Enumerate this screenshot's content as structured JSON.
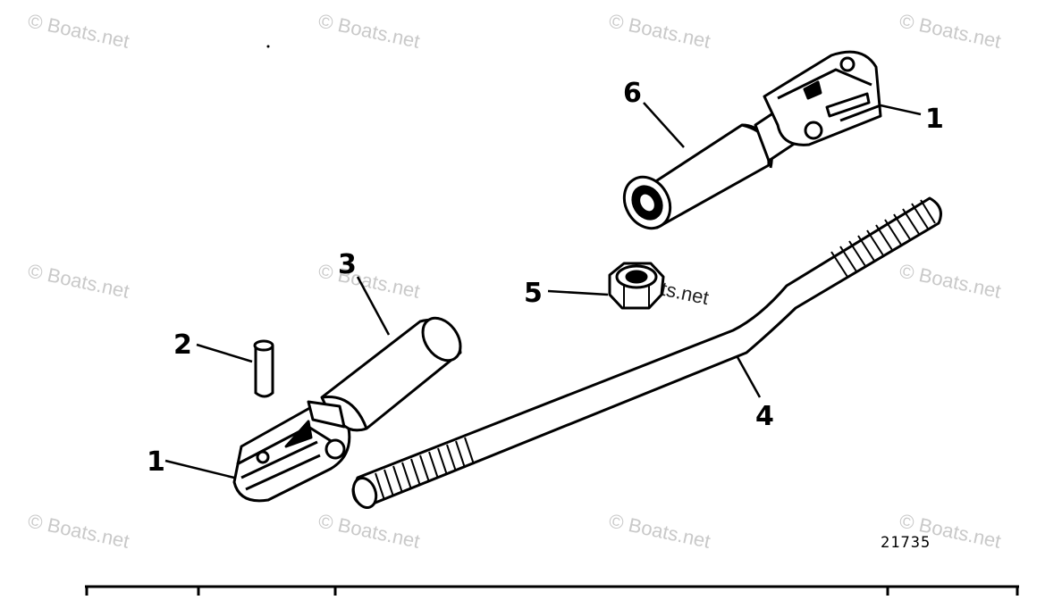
{
  "diagram": {
    "callouts": {
      "label_1_top": "1",
      "label_6": "6",
      "label_3": "3",
      "label_2": "2",
      "label_5": "5",
      "label_4": "4",
      "label_1_bottom": "1"
    },
    "figure_number": "21735"
  },
  "watermark": {
    "text": "© Boats.net",
    "text_center": "Boats.net"
  },
  "colors": {
    "ink": "#000000",
    "watermark": "#c9c9c9",
    "background": "#ffffff"
  }
}
